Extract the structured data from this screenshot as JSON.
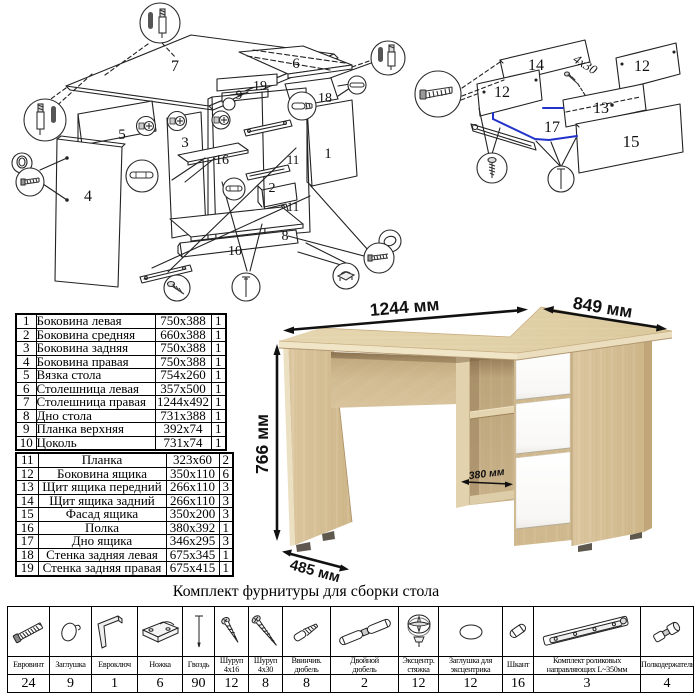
{
  "diagram1": {
    "labels": {
      "n1": "1",
      "n2": "2",
      "n3": "3",
      "n4": "4",
      "n5": "5",
      "n6": "6",
      "n7": "7",
      "n8": "8",
      "n9": "9",
      "n10": "10",
      "n11a": "11",
      "n11b": "11",
      "n16": "16",
      "n18": "18",
      "n19": "19"
    }
  },
  "diagram2": {
    "labels": {
      "n12a": "12",
      "n12b": "12",
      "n13": "13",
      "n14": "14",
      "n15": "15",
      "n17": "17",
      "screw_size": "4x30"
    },
    "highlight_color": "#2233cc"
  },
  "parts_table_1": {
    "rows": [
      {
        "num": "1",
        "name": "Боковина левая",
        "size": "750x388",
        "qty": "1"
      },
      {
        "num": "2",
        "name": "Боковина средняя",
        "size": "660x388",
        "qty": "1"
      },
      {
        "num": "3",
        "name": "Боковина задняя",
        "size": "750x388",
        "qty": "1"
      },
      {
        "num": "4",
        "name": "Боковина правая",
        "size": "750x388",
        "qty": "1"
      },
      {
        "num": "5",
        "name": "Вязка стола",
        "size": "754x260",
        "qty": "1"
      },
      {
        "num": "6",
        "name": "Столешница левая",
        "size": "357x500",
        "qty": "1"
      },
      {
        "num": "7",
        "name": "Столешница правая",
        "size": "1244x492",
        "qty": "1"
      },
      {
        "num": "8",
        "name": "Дно стола",
        "size": "731x388",
        "qty": "1"
      },
      {
        "num": "9",
        "name": "Планка верхняя",
        "size": "392x74",
        "qty": "1"
      },
      {
        "num": "10",
        "name": "Цоколь",
        "size": "731x74",
        "qty": "1"
      }
    ]
  },
  "parts_table_2": {
    "rows": [
      {
        "num": "11",
        "name": "Планка",
        "size": "323x60",
        "qty": "2"
      },
      {
        "num": "12",
        "name": "Боковина ящика",
        "size": "350x110",
        "qty": "6"
      },
      {
        "num": "13",
        "name": "Щит ящика передний",
        "size": "266x110",
        "qty": "3"
      },
      {
        "num": "14",
        "name": "Щит ящика задний",
        "size": "266x110",
        "qty": "3"
      },
      {
        "num": "15",
        "name": "Фасад ящика",
        "size": "350x200",
        "qty": "3"
      },
      {
        "num": "16",
        "name": "Полка",
        "size": "380x392",
        "qty": "1"
      },
      {
        "num": "17",
        "name": "Дно ящика",
        "size": "346x295",
        "qty": "3"
      },
      {
        "num": "18",
        "name": "Стенка задняя левая",
        "size": "675x345",
        "qty": "1"
      },
      {
        "num": "19",
        "name": "Стенка задняя правая",
        "size": "675x415",
        "qty": "1"
      }
    ]
  },
  "desk": {
    "dims": {
      "width": "1244 мм",
      "depth_right": "849 мм",
      "height": "766 мм",
      "shelf": "380 мм",
      "depth_left": "485 мм"
    },
    "colors": {
      "oak_top": "#e9ddbc",
      "oak_face": "#d9c49c",
      "oak_dark": "#cdb58a",
      "edge_light": "#f3e9cd",
      "drawer_white": "#f8f8f7"
    }
  },
  "hardware": {
    "title": "Комплект фурнитуры для сборки стола",
    "items": [
      {
        "name": "Евровинт",
        "qty": "24",
        "icon": "euro-screw"
      },
      {
        "name": "Заглушка",
        "qty": "9",
        "icon": "cap"
      },
      {
        "name": "Евроключ",
        "qty": "1",
        "icon": "hex-key"
      },
      {
        "name": "Ножка",
        "qty": "6",
        "icon": "foot"
      },
      {
        "name": "Гвоздь",
        "qty": "90",
        "icon": "nail"
      },
      {
        "name": "Шуруп\n4x16",
        "qty": "12",
        "icon": "screw-small"
      },
      {
        "name": "Шуруп\n4x30",
        "qty": "8",
        "icon": "screw-large"
      },
      {
        "name": "Ввинчив.\nдюбель",
        "qty": "8",
        "icon": "screw-dowel"
      },
      {
        "name": "Двойной\nдюбель",
        "qty": "2",
        "icon": "double-dowel"
      },
      {
        "name": "Эксцентр.\nстяжка",
        "qty": "12",
        "icon": "cam-lock"
      },
      {
        "name": "Заглушка для\nэксцентрика",
        "qty": "12",
        "icon": "cam-cap"
      },
      {
        "name": "Шкант",
        "qty": "16",
        "icon": "dowel-pin"
      },
      {
        "name": "Комплект роликовых\nнаправляющих L~350мм",
        "qty": "3",
        "icon": "drawer-slide"
      },
      {
        "name": "Полкодержатель",
        "qty": "4",
        "icon": "shelf-pin"
      }
    ]
  }
}
